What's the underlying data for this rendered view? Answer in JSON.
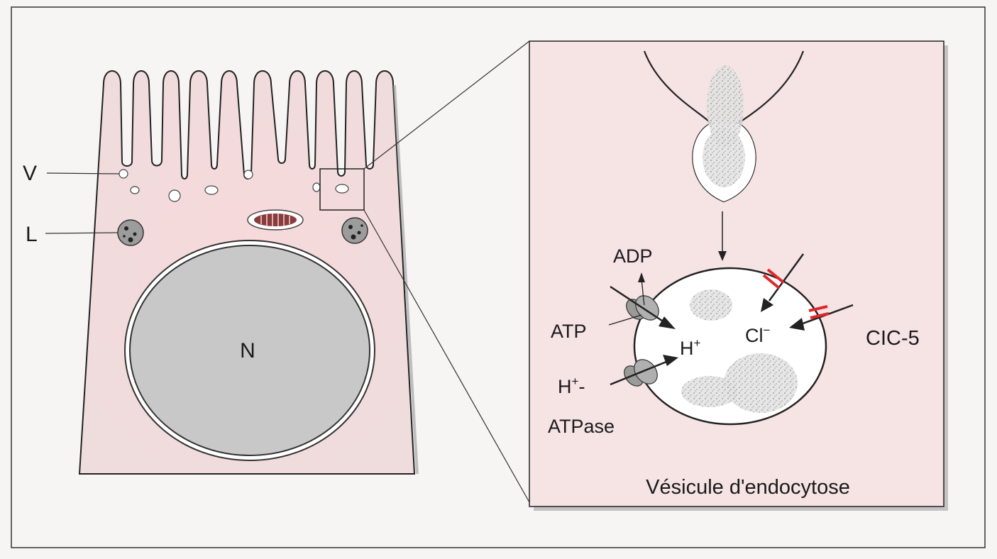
{
  "labels": {
    "vesicle_marker": "V",
    "lysosome_marker": "L",
    "nucleus": "N",
    "adp": "ADP",
    "atp": "ATP",
    "proton": "H",
    "proton_charge": "+",
    "chloride": "Cl",
    "chloride_charge": "−",
    "pump_line1_base": "H",
    "pump_line1_sup": "+",
    "pump_line1_tail": "-",
    "pump_line2": "ATPase",
    "channel": "CIC-5",
    "inset_caption": "Vésicule d'endocytose"
  },
  "colors": {
    "cell_fill": "#f4dcdd",
    "panel_fill": "#f8e7e8",
    "frame_stroke": "#222222",
    "nucleus_fill": "#c8c8c8",
    "mito_fill": "#8a3b3b",
    "channel_red": "#e0262b",
    "pump_fill": "#9a9a9a",
    "cargo_fill": "#d4d4d4"
  }
}
